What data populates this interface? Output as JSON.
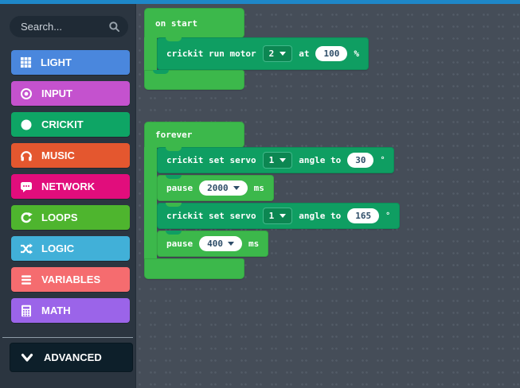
{
  "sidebar": {
    "search": {
      "placeholder": "Search..."
    },
    "categories": [
      {
        "label": "LIGHT",
        "color": "#4a87dd",
        "icon": "grid-icon"
      },
      {
        "label": "INPUT",
        "color": "#c452ce",
        "icon": "record-icon"
      },
      {
        "label": "CRICKIT",
        "color": "#0ea565",
        "icon": "circle-icon"
      },
      {
        "label": "MUSIC",
        "color": "#e4572f",
        "icon": "headphones-icon"
      },
      {
        "label": "NETWORK",
        "color": "#e10d7c",
        "icon": "chat-icon"
      },
      {
        "label": "LOOPS",
        "color": "#4eb52e",
        "icon": "refresh-icon"
      },
      {
        "label": "LOGIC",
        "color": "#41b0d8",
        "icon": "shuffle-icon"
      },
      {
        "label": "VARIABLES",
        "color": "#f56c6f",
        "icon": "list-icon"
      },
      {
        "label": "MATH",
        "color": "#9b64e9",
        "icon": "calculator-icon"
      }
    ],
    "advanced": {
      "label": "ADVANCED",
      "icon": "chevron-down-icon"
    }
  },
  "workspace": {
    "on_start": {
      "label": "on start",
      "motor": {
        "text": "crickit run motor",
        "port": "2",
        "at_label": "at",
        "speed": "100",
        "unit": "%"
      }
    },
    "forever": {
      "label": "forever",
      "rows": [
        {
          "text": "crickit set servo",
          "servo": "1",
          "angle_label": "angle to",
          "angle": "30",
          "unit": "°"
        },
        {
          "text": "pause",
          "duration": "2000",
          "unit": "ms"
        },
        {
          "text": "crickit set servo",
          "servo": "1",
          "angle_label": "angle to",
          "angle": "165",
          "unit": "°"
        },
        {
          "text": "pause",
          "duration": "400",
          "unit": "ms"
        }
      ]
    }
  },
  "colors": {
    "topbar": "#1e87c8",
    "canvas_bg": "#454d58",
    "sidebar_bg": "#2b3540",
    "block_green": "#3cb84b",
    "block_teal": "#0f9e62",
    "advanced_bg": "#0d1f2a"
  }
}
